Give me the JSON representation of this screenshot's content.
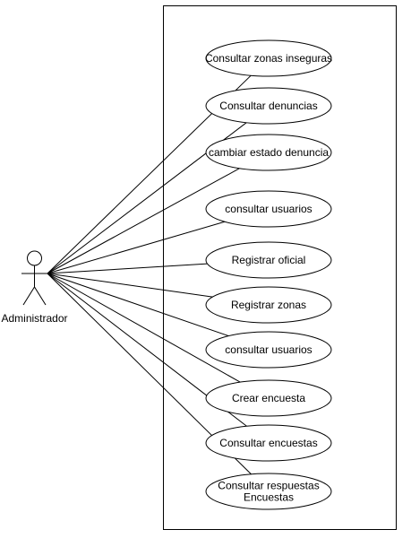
{
  "diagram": {
    "actor": {
      "label": "Administrador"
    },
    "use_cases": [
      {
        "label_lines": [
          "Consultar zonas inseguras"
        ]
      },
      {
        "label_lines": [
          "Consultar denuncias"
        ]
      },
      {
        "label_lines": [
          "cambiar estado denuncia"
        ]
      },
      {
        "label_lines": [
          "consultar usuarios"
        ]
      },
      {
        "label_lines": [
          "Registrar oficial"
        ]
      },
      {
        "label_lines": [
          "Registrar zonas"
        ]
      },
      {
        "label_lines": [
          "consultar usuarios"
        ]
      },
      {
        "label_lines": [
          "Crear encuesta"
        ]
      },
      {
        "label_lines": [
          "Consultar encuestas"
        ]
      },
      {
        "label_lines": [
          "Consultar respuestas",
          "Encuestas"
        ]
      }
    ]
  }
}
